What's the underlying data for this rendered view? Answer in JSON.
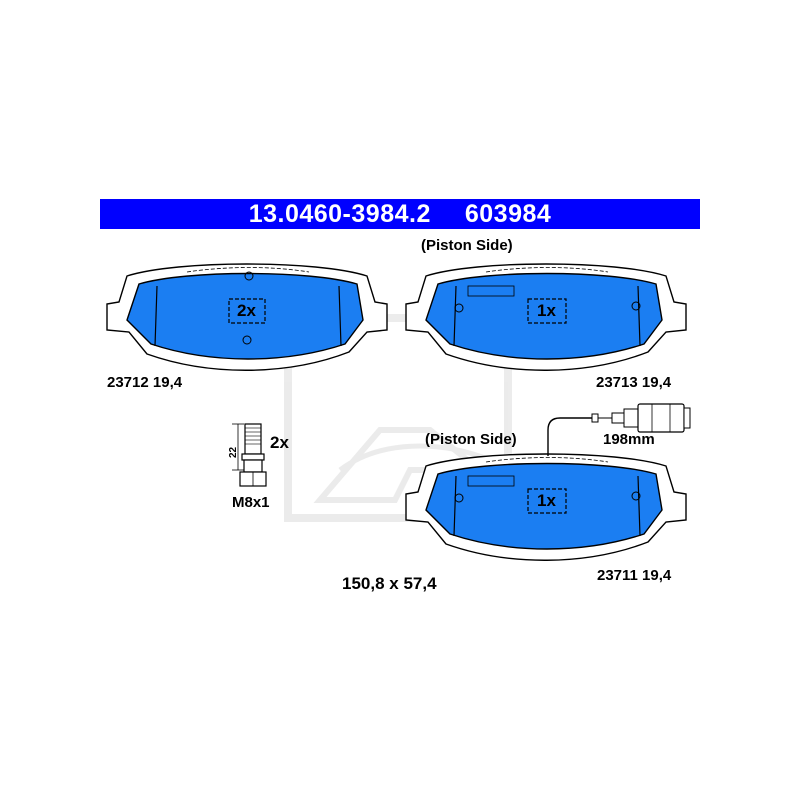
{
  "header": {
    "part_number": "13.0460-3984.2",
    "code": "603984"
  },
  "colors": {
    "header_bg": "#0000ff",
    "pad_fill": "#1b7ef2",
    "outline": "#000000"
  },
  "pads": [
    {
      "id": "top-left",
      "quantity": "2x",
      "part_label": "23712 19,4",
      "side_label": ""
    },
    {
      "id": "top-right",
      "quantity": "1x",
      "part_label": "23713 19,4",
      "side_label": "(Piston Side)"
    },
    {
      "id": "bottom-right",
      "quantity": "1x",
      "part_label": "23711 19,4",
      "side_label": "(Piston Side)"
    }
  ],
  "bolt": {
    "quantity": "2x",
    "thread": "M8x1",
    "length": "22"
  },
  "sensor": {
    "length": "198mm"
  },
  "dimensions": "150,8 x 57,4",
  "watermark_icon": "ate-logo-icon"
}
